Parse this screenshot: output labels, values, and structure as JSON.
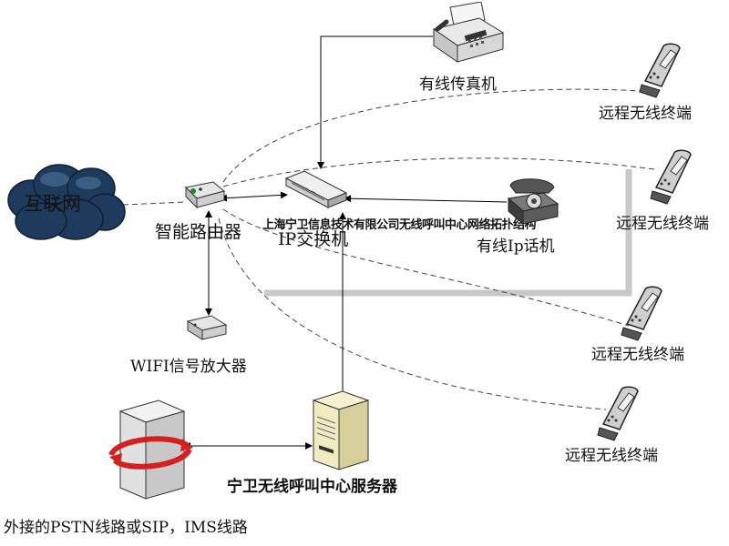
{
  "nodes": {
    "internet": "互联网",
    "router": "智能路由器",
    "switch": "IP交换机",
    "fax": "有线传真机",
    "ip_phone": "有线Ip话机",
    "wifi_amp": "WIFI信号放大器",
    "server": "宁卫无线呼叫中心服务器",
    "pstn": "外接的PSTN线路或SIP，IMS线路",
    "remote1": "远程无线终端",
    "remote2": "远程无线终端",
    "remote3": "远程无线终端",
    "remote4": "远程无线终端"
  },
  "caption": "上海宁卫信息技术有限公司无线呼叫中心网络拓扑结构",
  "colors": {
    "cloud": "#1e3a5c",
    "cloud_highlight": "#6fa0c8",
    "wire": "#000000",
    "wireless": "#444444",
    "frame": "#c8c8c8",
    "server_body": "#f1ebc2",
    "arrow_red": "#d42020"
  }
}
